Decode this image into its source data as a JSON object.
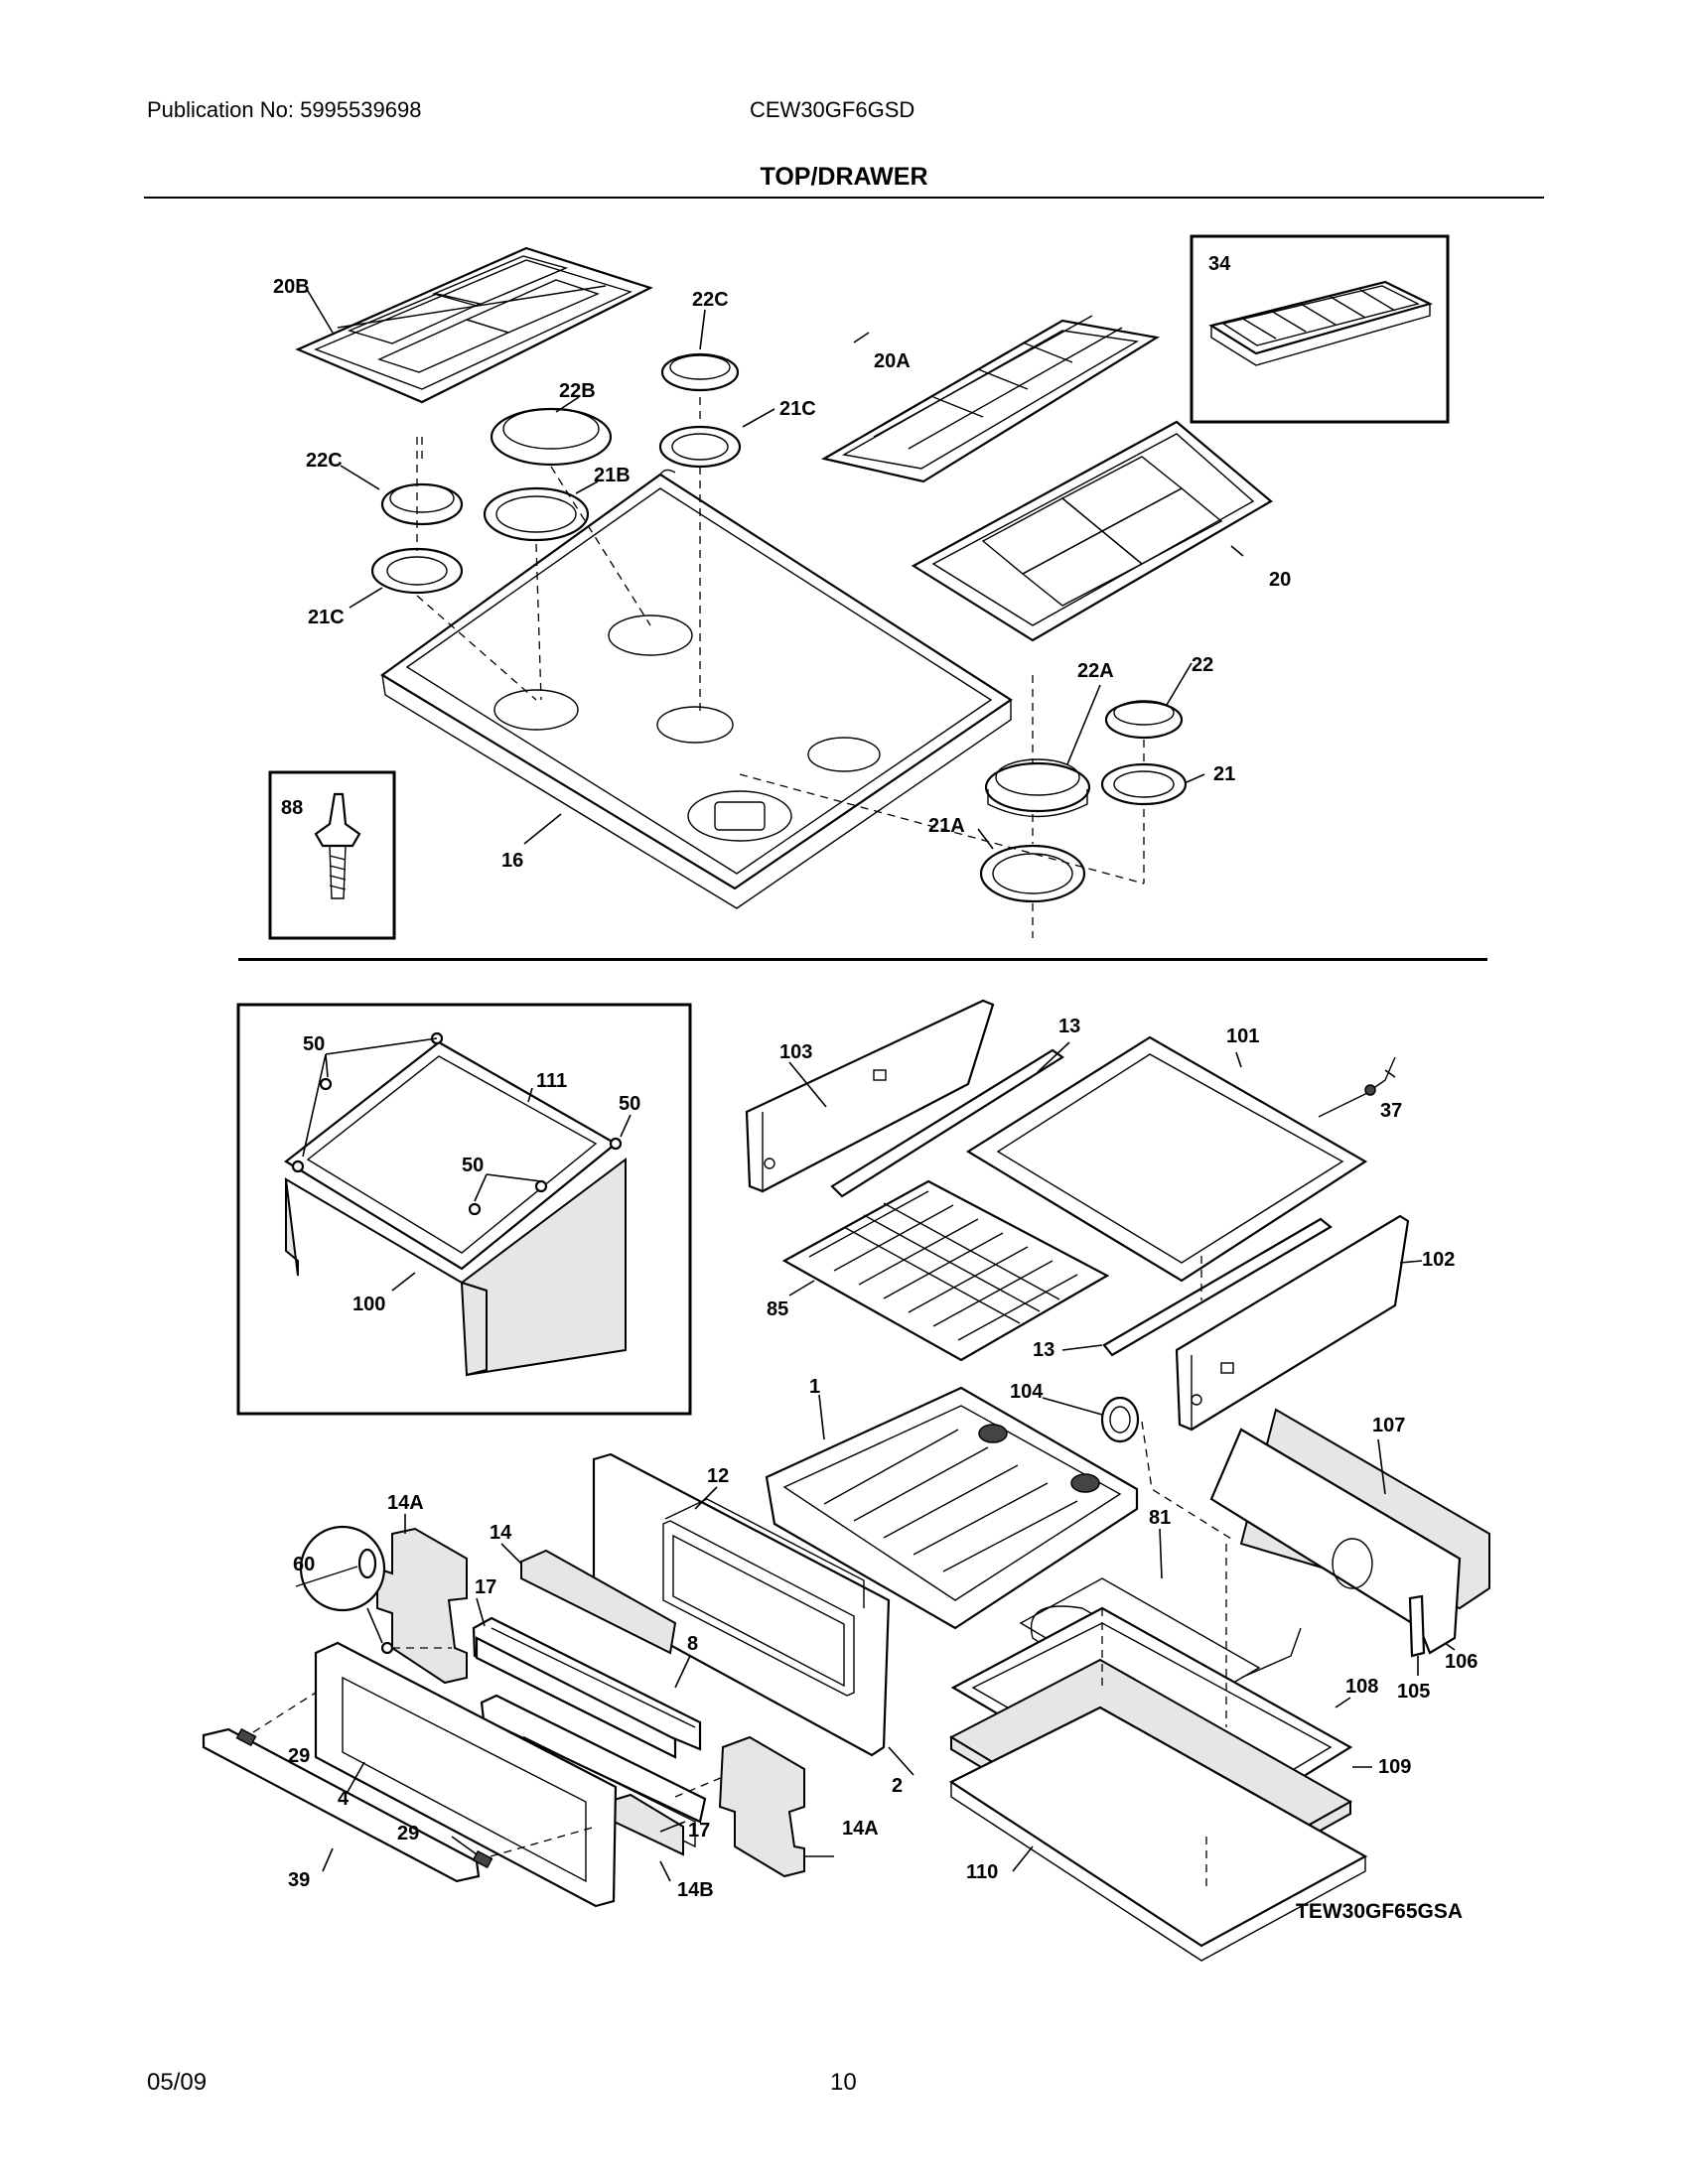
{
  "header": {
    "publication": "Publication No: 5995539698",
    "model": "CEW30GF6GSD",
    "title": "TOP/DRAWER"
  },
  "footer": {
    "date": "05/09",
    "page": "10"
  },
  "diagram": {
    "code": "TEW30GF65GSA",
    "labels": {
      "l20B": "20B",
      "l22C_top": "22C",
      "l20A": "20A",
      "l21C_top": "21C",
      "l22B": "22B",
      "l22C_left": "22C",
      "l21B": "21B",
      "l21C_left": "21C",
      "l34": "34",
      "l20": "20",
      "l22A": "22A",
      "l22": "22",
      "l21": "21",
      "l21A": "21A",
      "l88": "88",
      "l16": "16",
      "l50a": "50",
      "l111": "111",
      "l50b": "50",
      "l50c": "50",
      "l100": "100",
      "l103": "103",
      "l13a": "13",
      "l101": "101",
      "l37": "37",
      "l102": "102",
      "l85": "85",
      "l13b": "13",
      "l104": "104",
      "l1": "1",
      "l107": "107",
      "l14A_top": "14A",
      "l14": "14",
      "l12": "12",
      "l60": "60",
      "l17_top": "17",
      "l81": "81",
      "l8": "8",
      "l108": "108",
      "l105": "105",
      "l106": "106",
      "l29a": "29",
      "l4": "4",
      "l2": "2",
      "l109": "109",
      "l29b": "29",
      "l17_bot": "17",
      "l14A_bot": "14A",
      "l39": "39",
      "l14B": "14B",
      "l110": "110"
    }
  }
}
